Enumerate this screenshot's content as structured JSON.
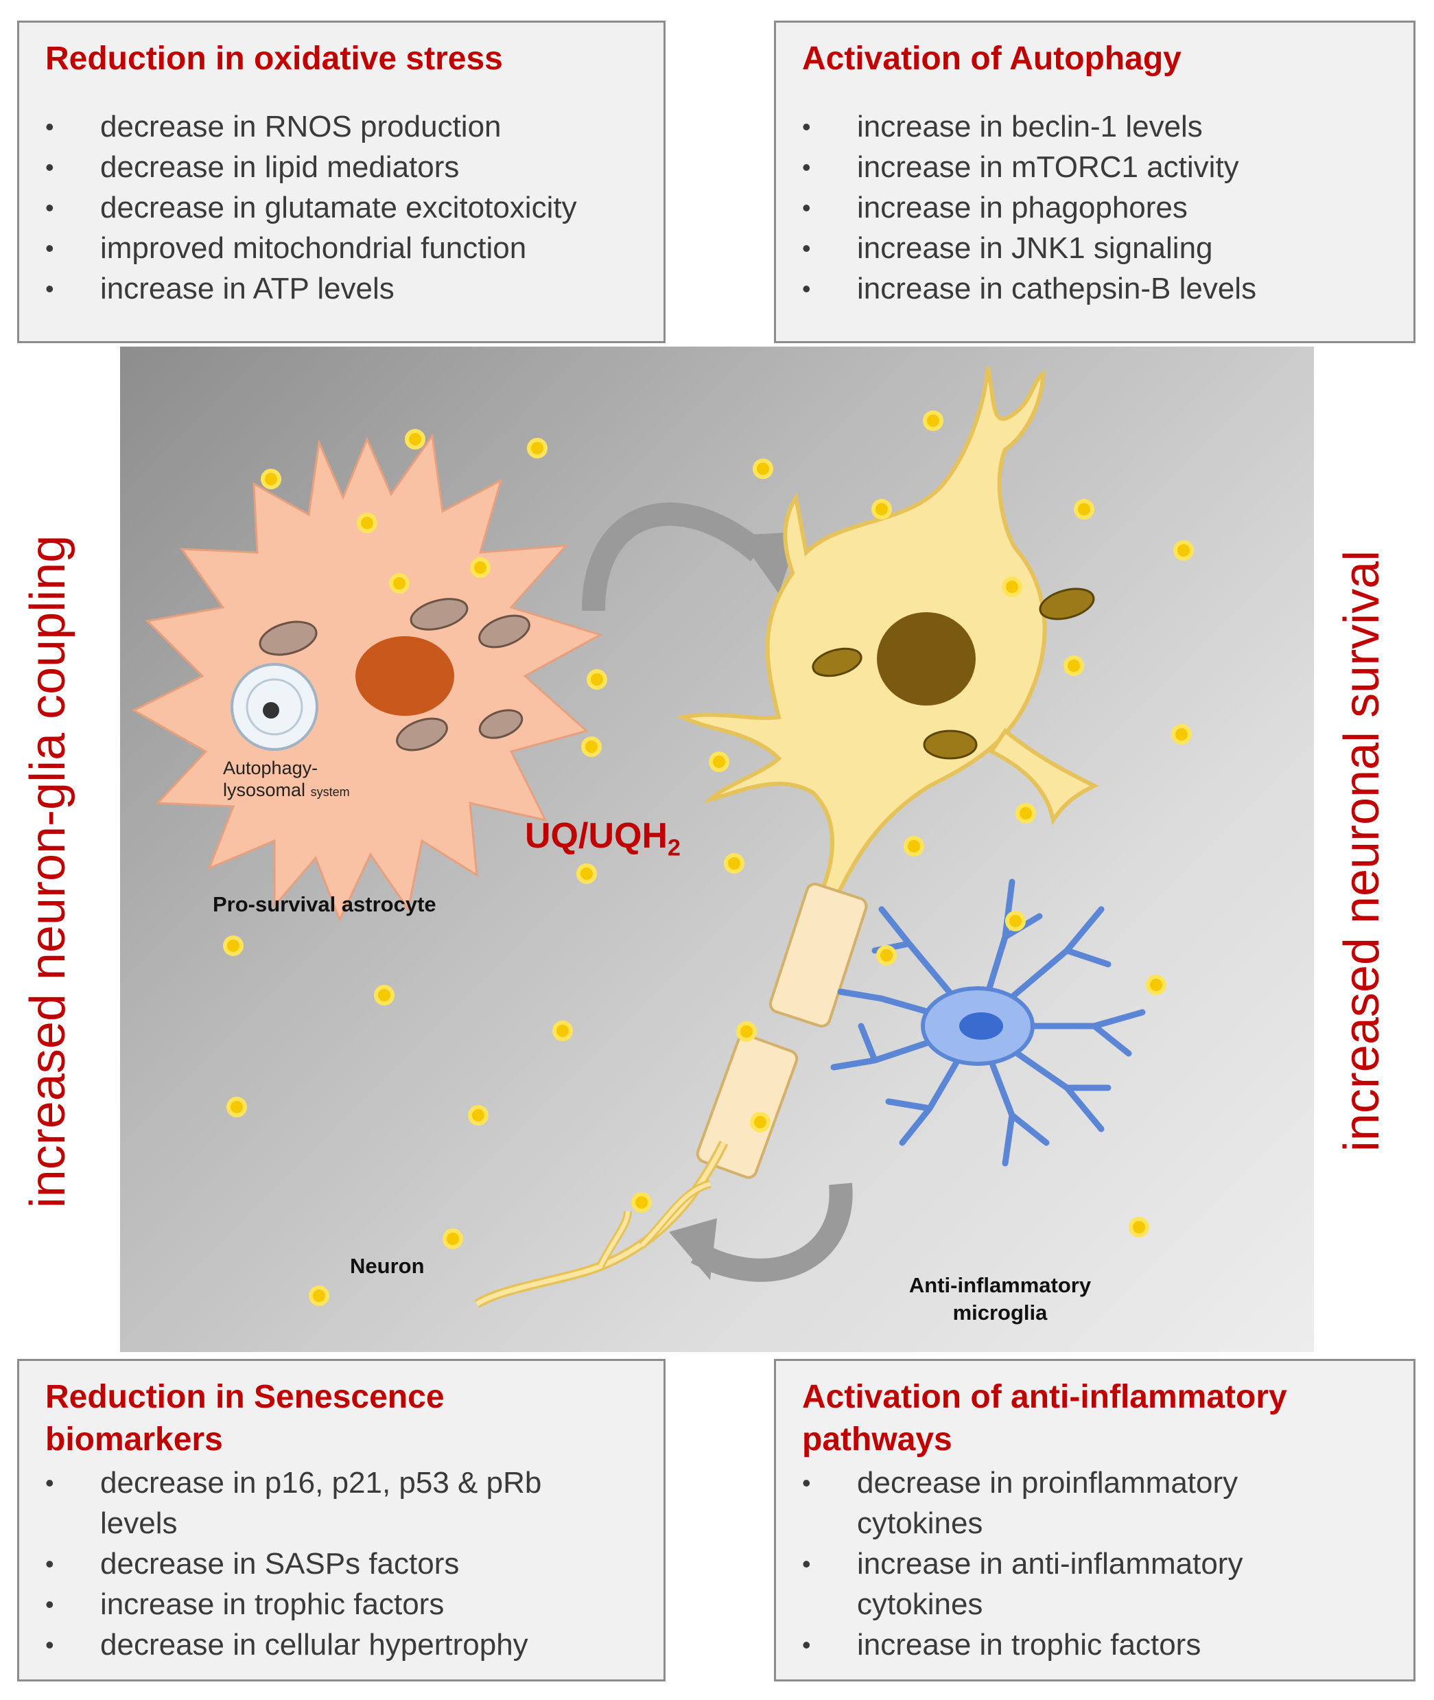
{
  "boxes": {
    "oxidative": {
      "title": "Reduction in oxidative stress",
      "items": [
        "decrease  in RNOS production",
        "decrease in lipid mediators",
        "decrease in glutamate excitotoxicity",
        "improved mitochondrial function",
        "increase in ATP  levels"
      ]
    },
    "autophagy": {
      "title": "Activation of Autophagy",
      "items": [
        "increase in beclin-1 levels",
        "increase in mTORC1 activity",
        "increase in phagophores",
        "increase in JNK1 signaling",
        "increase in cathepsin-B levels"
      ]
    },
    "senescence": {
      "title_line1": "Reduction in Senescence",
      "title_line2": "biomarkers",
      "items": [
        {
          "line1": "decrease in p16, p21, p53 & pRb",
          "line2": "levels"
        },
        {
          "line1": "decrease in SASPs factors",
          "line2": ""
        },
        {
          "line1": "increase in trophic factors",
          "line2": ""
        },
        {
          "line1": "decrease in cellular hypertrophy",
          "line2": ""
        }
      ]
    },
    "inflammatory": {
      "title_line1": "Activation of anti-inflammatory",
      "title_line2": "pathways",
      "items": [
        {
          "line1": "decrease in proinflammatory",
          "line2": "cytokines"
        },
        {
          "line1": "increase in anti-inflammatory",
          "line2": "cytokines"
        },
        {
          "line1": "increase in trophic factors",
          "line2": ""
        }
      ]
    }
  },
  "side_labels": {
    "left": "increased neuron-glia  coupling",
    "right": "increased neuronal survival"
  },
  "diagram": {
    "uq_main": "UQ/UQH",
    "uq_sub": "2",
    "astrocyte_label": "Pro-survival astrocyte",
    "autophagy_line1": "Autophagy-",
    "autophagy_line2": "lysosomal",
    "autophagy_small": "system",
    "neuron_label": "Neuron",
    "microglia_line1": "Anti-inflammatory",
    "microglia_line2": "microglia"
  },
  "colors": {
    "accent_red": "#c00000",
    "astrocyte": "#f9c2a4",
    "astrocyte_nucleus": "#c8581c",
    "neuron": "#fbe6a0",
    "neuron_outline": "#e6c25a",
    "neuron_nucleus": "#7a5a10",
    "microglia": "#5b86d6",
    "molecule": "#f5c800",
    "arrow": "#9a9a9a"
  }
}
